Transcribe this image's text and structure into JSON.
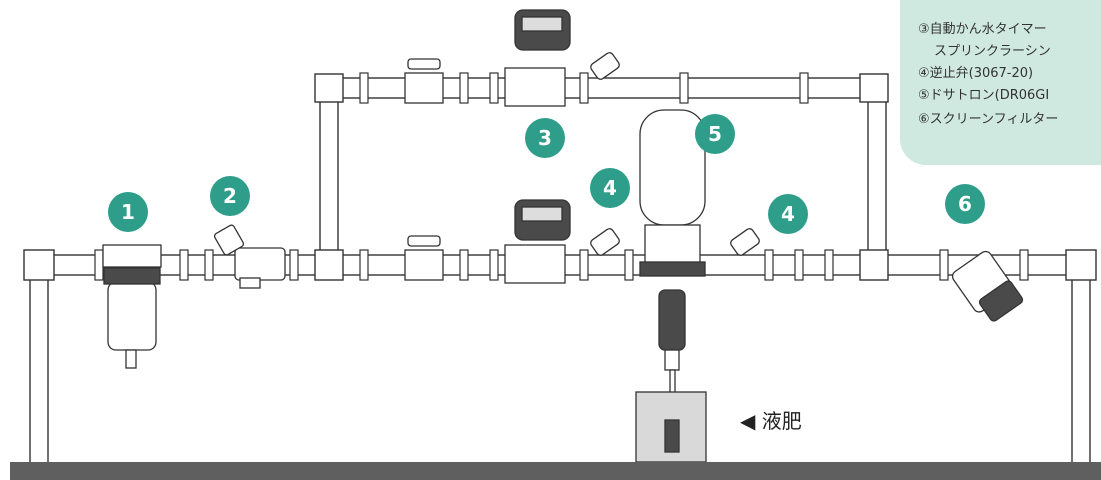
{
  "legend": {
    "items": [
      "③自動かん水タイマー",
      "スプリンクラーシン",
      "④逆止弁(3067-20)",
      "⑤ドサトロン(DR06GI",
      "⑥スクリーンフィルター"
    ]
  },
  "badges": [
    "1",
    "2",
    "3",
    "4",
    "5",
    "4",
    "6"
  ],
  "liquid_label": "◀ 液肥",
  "colors": {
    "accent": "#2e9e8a",
    "legend_bg": "#cfe9e0",
    "pipe_fill": "#ffffff",
    "outline": "#333333",
    "ground": "#5f5f5f"
  }
}
